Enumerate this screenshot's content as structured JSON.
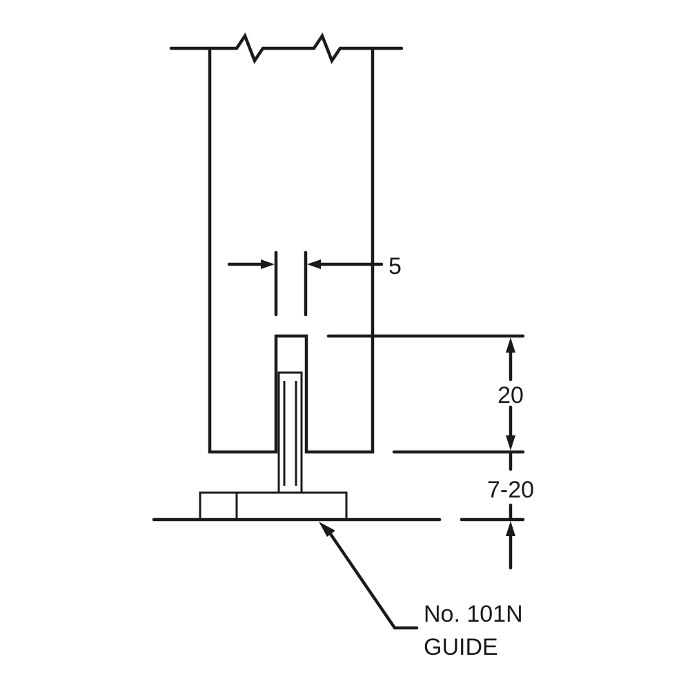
{
  "colors": {
    "line": "#1a1a1a",
    "background": "#ffffff"
  },
  "dimensions": {
    "gap_width": "5",
    "insertion_depth": "20",
    "clearance_range": "7-20"
  },
  "callout": {
    "line1": "No. 101N",
    "line2": "GUIDE"
  }
}
